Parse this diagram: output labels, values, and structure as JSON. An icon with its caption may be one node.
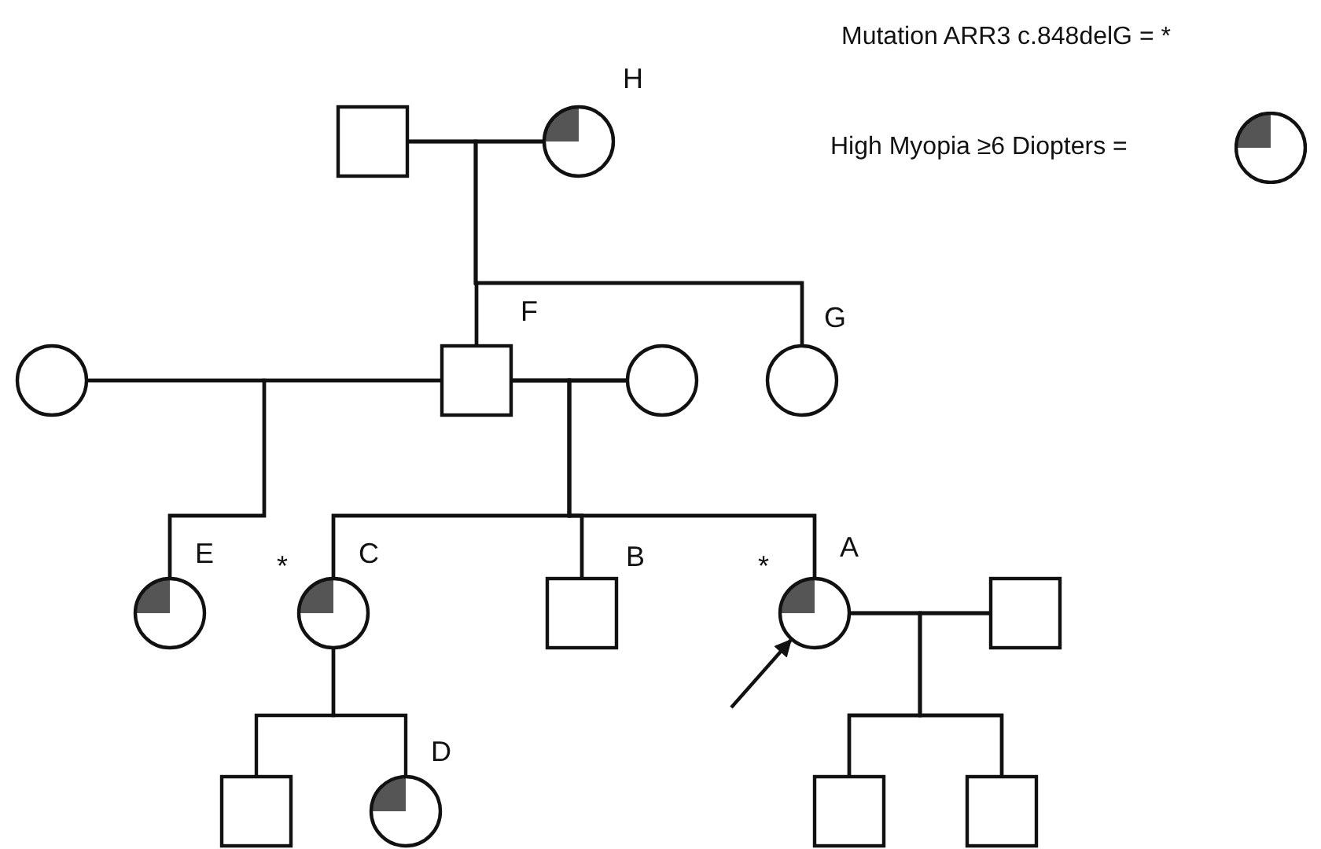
{
  "diagram": {
    "nodes": [
      {
        "text": [],
        "shape": "box"
      },
      {
        "text": [],
        "shape": "circle",
        "beside": [
          "H"
        ]
      },
      {
        "text": [],
        "shape": "circle"
      },
      {
        "text": [],
        "shape": "box",
        "beside": [
          "F"
        ]
      },
      {
        "text": [],
        "shape": "circle"
      },
      {
        "text": [],
        "shape": "circle",
        "beside": [
          "G"
        ]
      },
      {
        "text": [],
        "shape": "circle",
        "beside": [
          "E"
        ]
      },
      {
        "text": [],
        "shape": "circle",
        "beside": [
          "*",
          "C"
        ]
      },
      {
        "text": [],
        "shape": "box",
        "beside": [
          "B"
        ]
      },
      {
        "text": [],
        "shape": "circle",
        "beside": [
          "*",
          "A"
        ]
      },
      {
        "text": [],
        "shape": "box"
      },
      {
        "text": [],
        "shape": "box"
      },
      {
        "text": [],
        "shape": "circle",
        "beside": [
          "D"
        ]
      },
      {
        "text": [],
        "shape": "box"
      },
      {
        "text": [],
        "shape": "box"
      }
    ],
    "edges": [
      {
        "from": 0,
        "to": 1,
        "arrow": "none"
      },
      {
        "from": 0,
        "to": 3,
        "arrow": "none"
      },
      {
        "from": 1,
        "to": 3,
        "arrow": "none"
      },
      {
        "from": 0,
        "to": 5,
        "arrow": "none"
      },
      {
        "from": 1,
        "to": 5,
        "arrow": "none"
      },
      {
        "from": 2,
        "to": 3,
        "arrow": "none"
      },
      {
        "from": 3,
        "to": 4,
        "arrow": "none"
      },
      {
        "from": 2,
        "to": 6,
        "arrow": "none"
      },
      {
        "from": 3,
        "to": 6,
        "arrow": "none"
      },
      {
        "from": 3,
        "to": 7,
        "arrow": "none"
      },
      {
        "from": 4,
        "to": 7,
        "arrow": "none"
      },
      {
        "from": 3,
        "to": 8,
        "arrow": "none"
      },
      {
        "from": 4,
        "to": 8,
        "arrow": "none"
      },
      {
        "from": 3,
        "to": 9,
        "arrow": "none"
      },
      {
        "from": 4,
        "to": 9,
        "arrow": "none"
      },
      {
        "from": 9,
        "to": 10,
        "arrow": "none"
      },
      {
        "from": 7,
        "to": 11,
        "arrow": "none"
      },
      {
        "from": 7,
        "to": 12,
        "arrow": "none"
      },
      {
        "from": 9,
        "to": 13,
        "arrow": "none"
      },
      {
        "from": 10,
        "to": 13,
        "arrow": "none"
      },
      {
        "from": 9,
        "to": 14,
        "arrow": "none"
      },
      {
        "from": 10,
        "to": 14,
        "arrow": "none"
      },
      {
        "from": null,
        "to": 9,
        "arrow": "to"
      }
    ],
    "legend": [
      {
        "text": "Mutation ARR3 c.848delG = *"
      },
      {
        "text": "High Myopia ≥6 Diopters ="
      }
    ]
  }
}
